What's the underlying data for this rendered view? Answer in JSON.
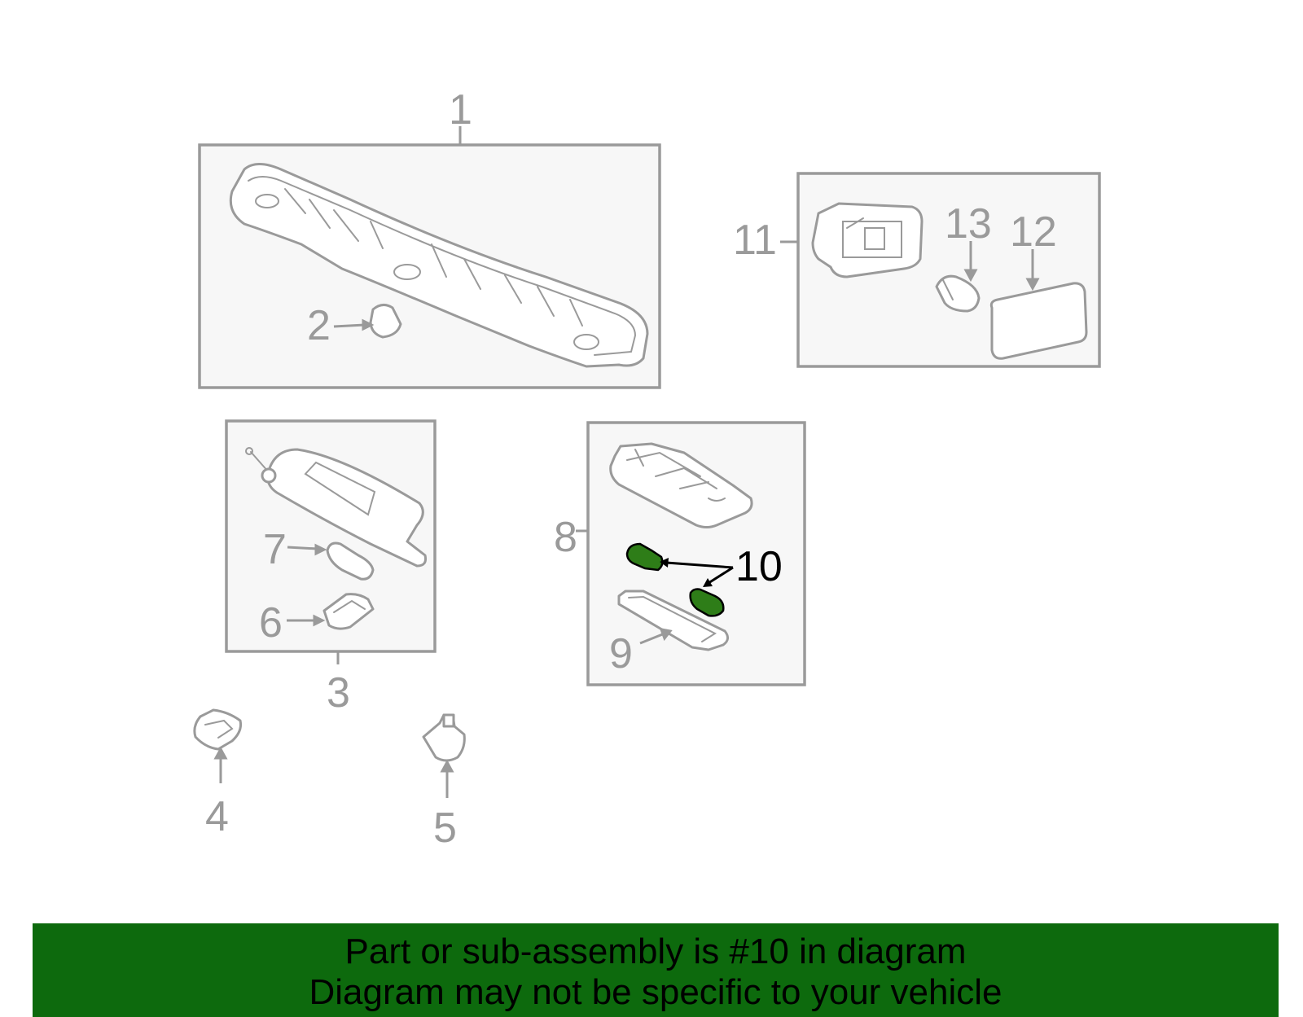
{
  "colors": {
    "line_gray": "#9a9a9a",
    "box_fill": "#f7f7f7",
    "highlight_part": "#2e7d18",
    "banner_bg": "#0d6a0d",
    "banner_text": "#000000"
  },
  "callouts": {
    "c1": "1",
    "c2": "2",
    "c3": "3",
    "c4": "4",
    "c5": "5",
    "c6": "6",
    "c7": "7",
    "c8": "8",
    "c9": "9",
    "c10": "10",
    "c11": "11",
    "c12": "12",
    "c13": "13"
  },
  "highlighted_callout": "10",
  "banner": {
    "line1": "Part or sub-assembly is #10 in diagram",
    "line2": "Diagram may not be specific to your vehicle"
  }
}
